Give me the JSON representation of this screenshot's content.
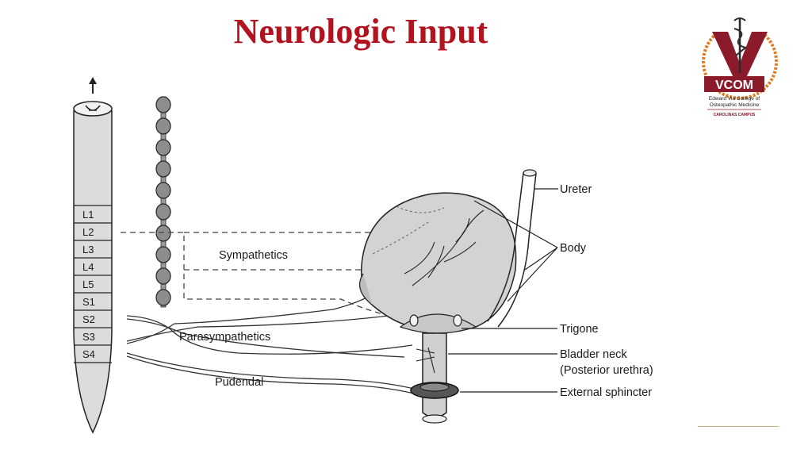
{
  "slide": {
    "title": "Neurologic Input"
  },
  "spine": {
    "segments": [
      "L1",
      "L2",
      "L3",
      "L4",
      "L5",
      "S1",
      "S2",
      "S3",
      "S4"
    ]
  },
  "labels": {
    "sympathetics": "Sympathetics",
    "parasympathetics": "Parasympathetics",
    "pudendal": "Pudendal",
    "ureter": "Ureter",
    "body": "Body",
    "trigone": "Trigone",
    "bladder_neck": "Bladder neck",
    "posterior_urethra": "(Posterior urethra)",
    "external_sphincter": "External sphincter"
  },
  "logo": {
    "abbr": "VCOM",
    "line1": "Edward Via College of",
    "line2": "Osteopathic Medicine",
    "line3": "CAROLINAS CAMPUS"
  },
  "colors": {
    "title": "#b3121f",
    "logo_maroon": "#8b1a2b",
    "logo_orange": "#e07a1f"
  }
}
